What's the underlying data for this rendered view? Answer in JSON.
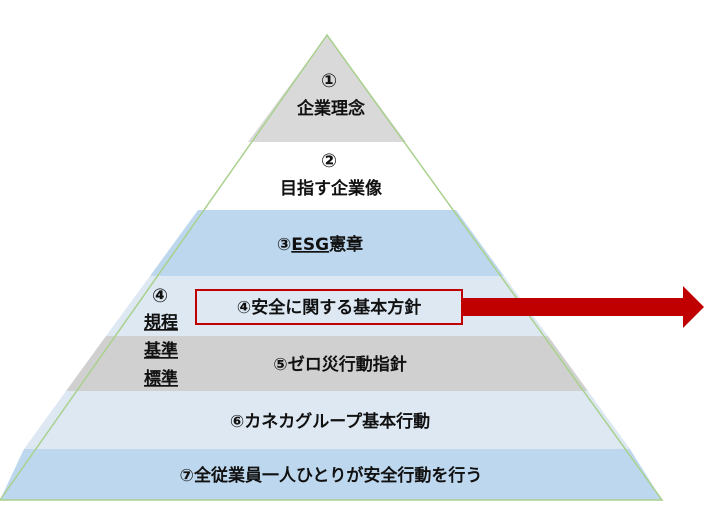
{
  "colors": {
    "tier_grey": "#d9d9d9",
    "tier_white": "#ffffff",
    "tier_blue": "#bdd7ee",
    "tier_lightblue": "#dde8f3",
    "tier_grey2": "#d0d0d0",
    "outline_green": "#a9d18e",
    "highlight_border": "#c00000",
    "arrow": "#c00000",
    "text": "#111111"
  },
  "pyramid": {
    "tier1": {
      "number": "①",
      "label": "企業理念"
    },
    "tier2": {
      "number": "②",
      "label": "目指す企業像"
    },
    "tier3": {
      "prefix": "③",
      "underlined": "ESG",
      "suffix": "憲章"
    },
    "tier4": {
      "number": "④",
      "side_labels": [
        "規程",
        "基準",
        "標準"
      ],
      "highlight_label": "④安全に関する基本方針",
      "sub_label": "⑤ゼロ災行動指針"
    },
    "tier6": {
      "label": "⑥カネカグループ基本行動"
    },
    "tier7": {
      "label": "⑦全従業員一人ひとりが安全行動を行う"
    }
  },
  "arrow": {
    "direction": "right",
    "icon": "right-arrow-icon"
  }
}
